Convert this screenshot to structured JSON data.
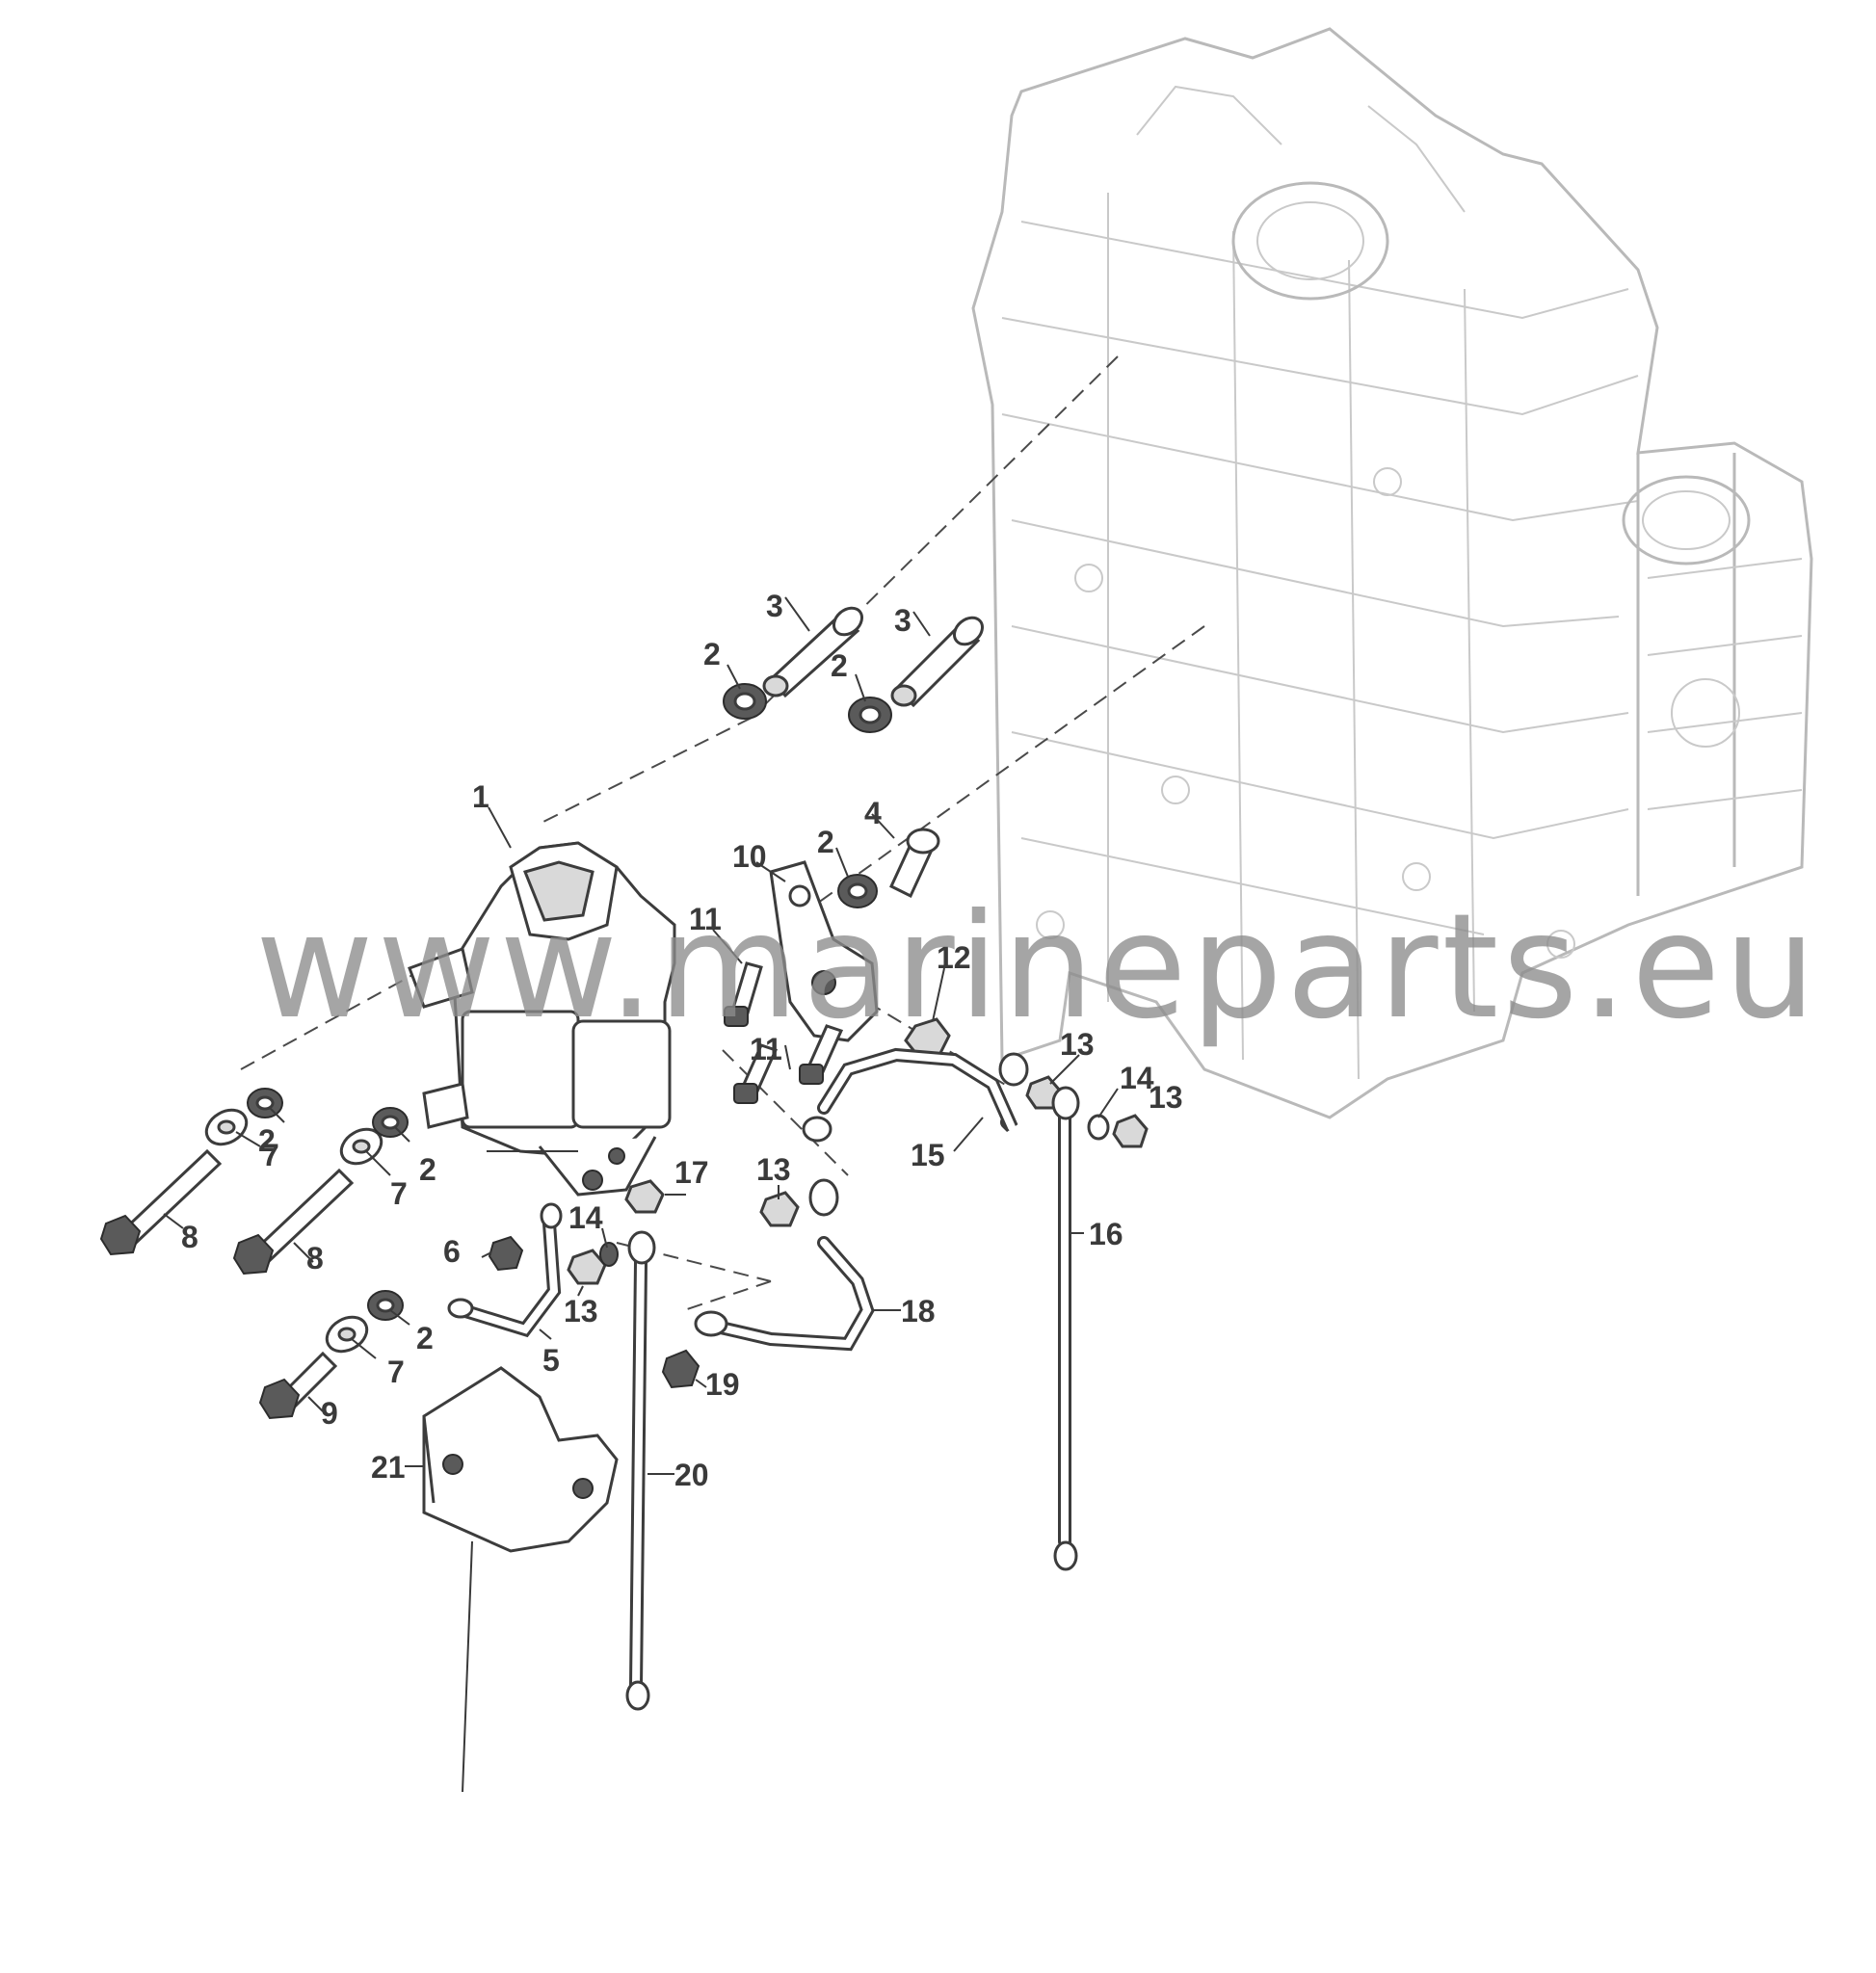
{
  "watermark": "www.marineparts.eu",
  "callouts": {
    "c1": "1",
    "c2a": "2",
    "c2b": "2",
    "c2c": "2",
    "c2d": "2",
    "c2e": "2",
    "c2f": "2",
    "c3a": "3",
    "c3b": "3",
    "c4": "4",
    "c5": "5",
    "c6": "6",
    "c7a": "7",
    "c7b": "7",
    "c7c": "7",
    "c8a": "8",
    "c8b": "8",
    "c9": "9",
    "c10": "10",
    "c11a": "11",
    "c11b": "11",
    "c12": "12",
    "c13a": "13",
    "c13b": "13",
    "c13c": "13",
    "c13d": "13",
    "c14a": "14",
    "c14b": "14",
    "c15": "15",
    "c16": "16",
    "c17": "17",
    "c18": "18",
    "c19": "19",
    "c20": "20",
    "c21": "21"
  }
}
